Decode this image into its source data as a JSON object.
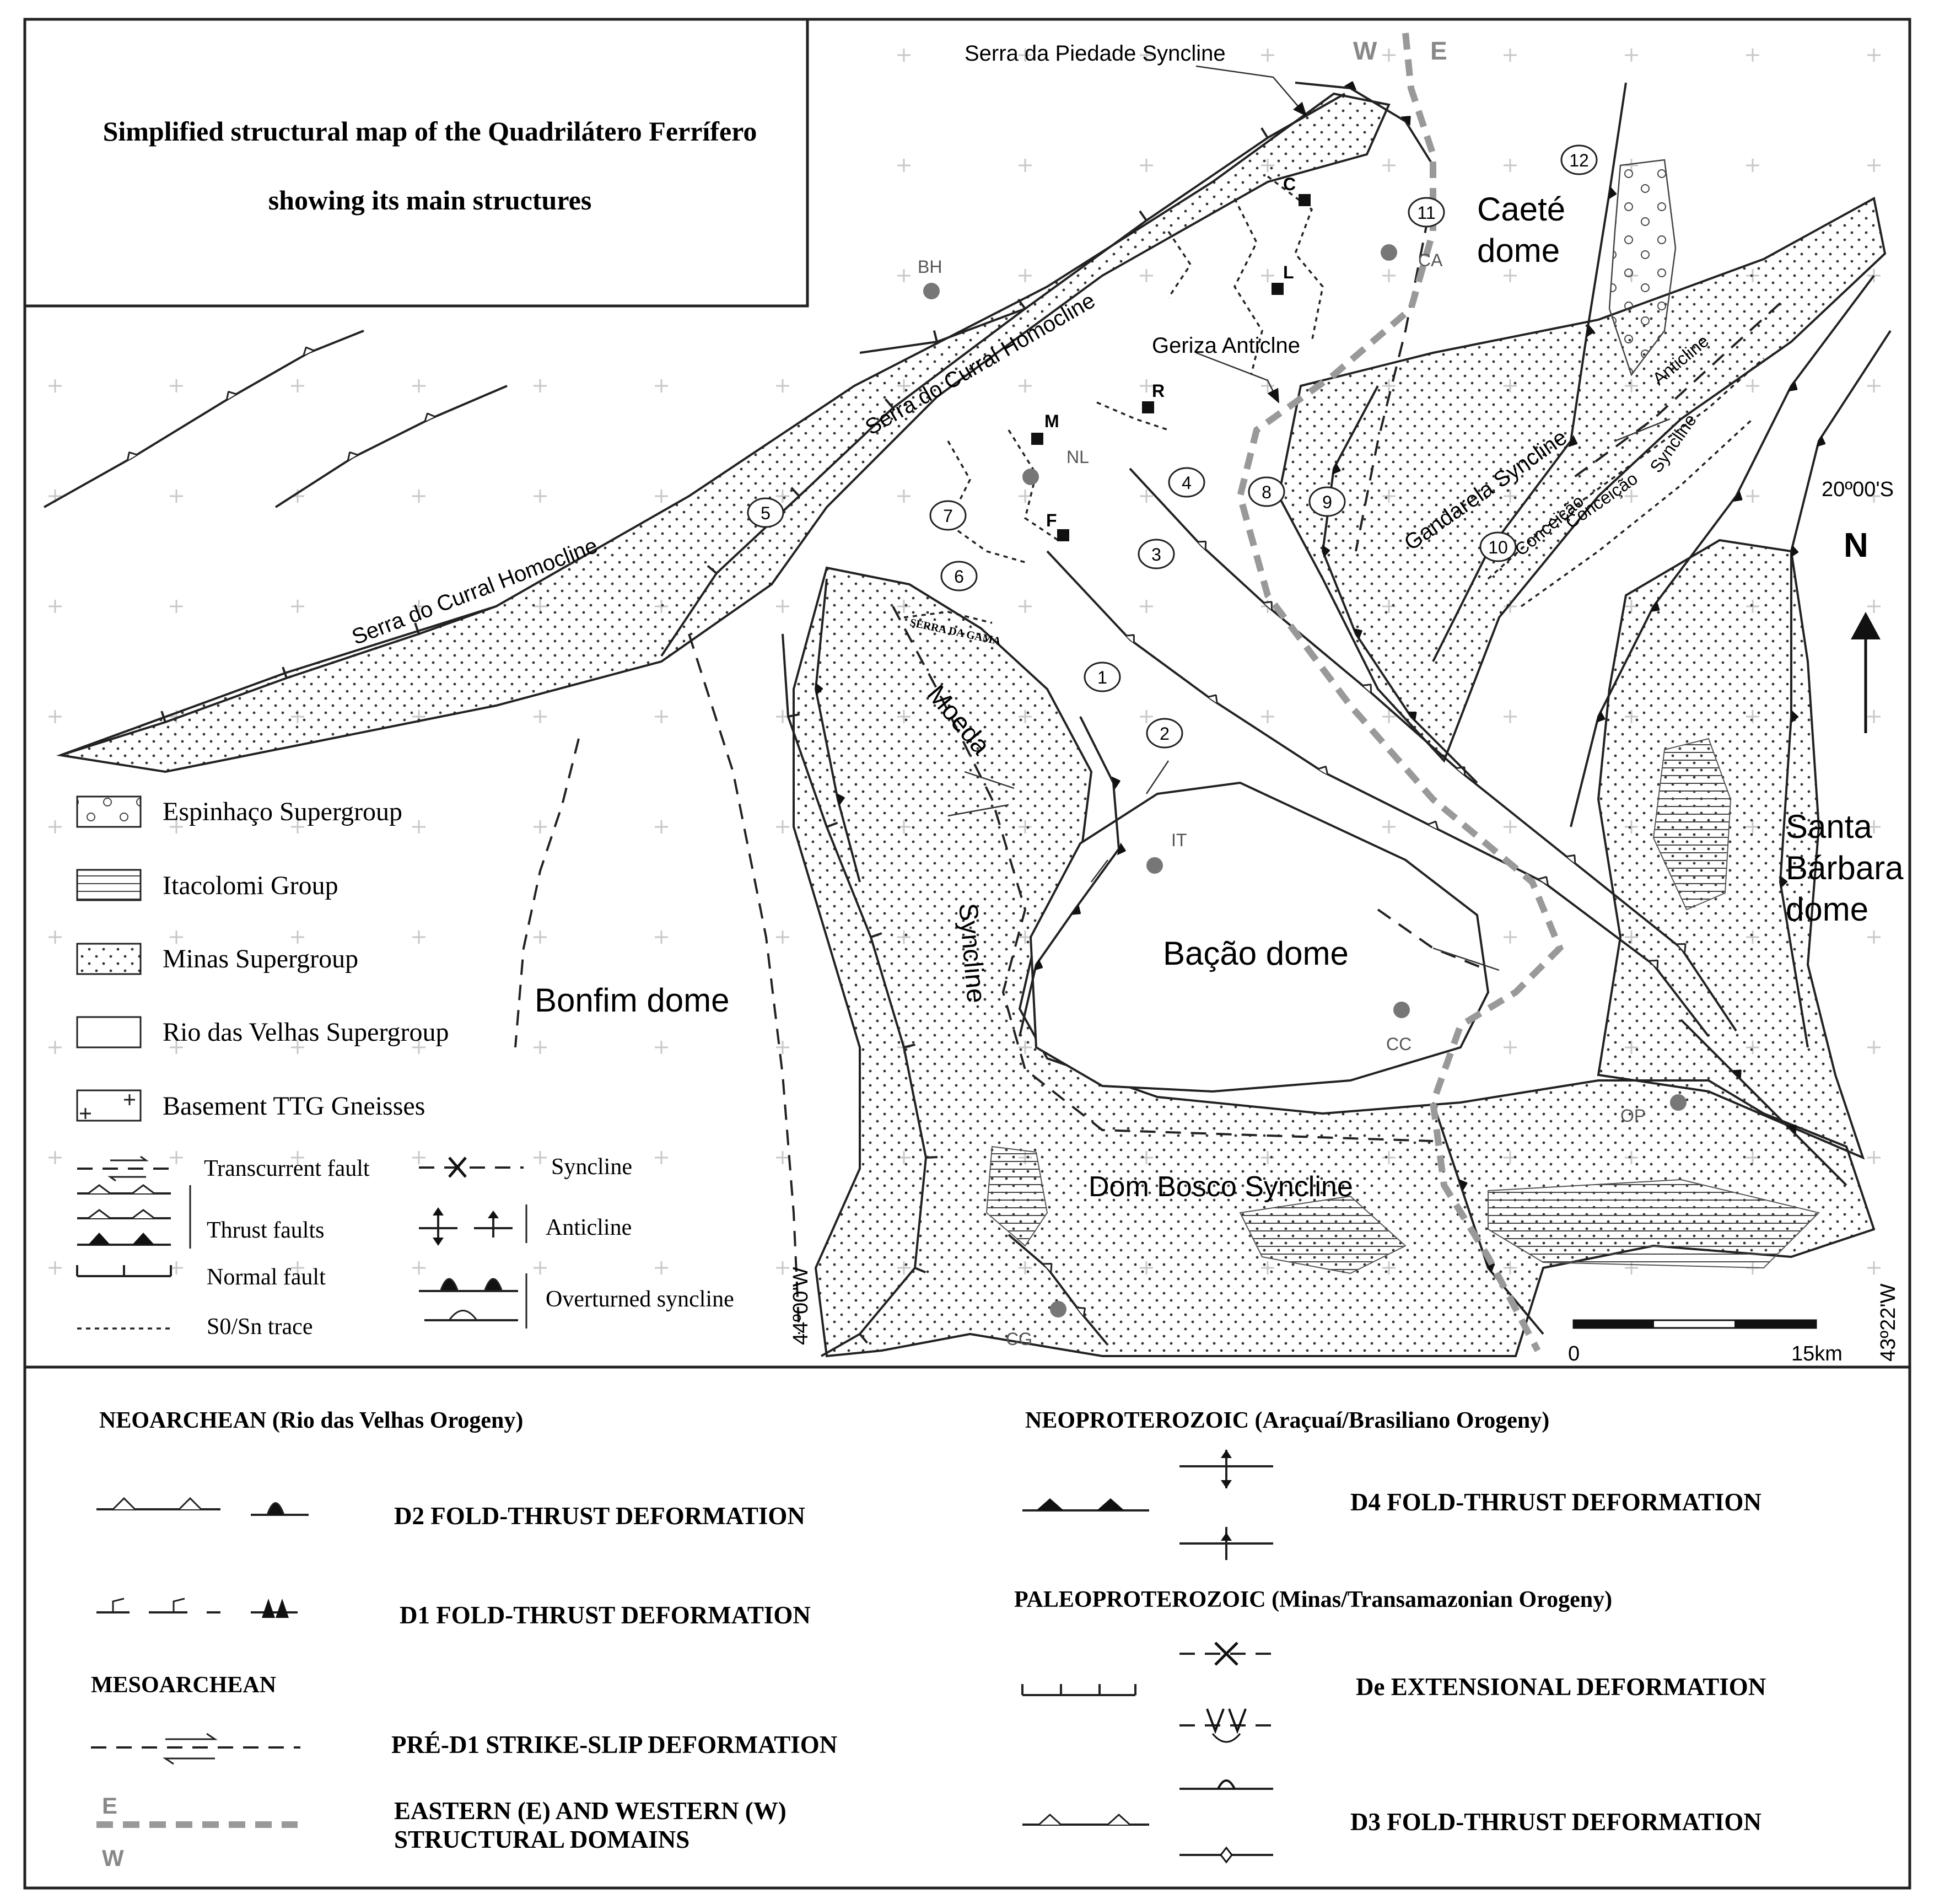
{
  "title": {
    "line1": "Simplified structural map of the Quadrilátero Ferrífero",
    "line2": "showing its main structures"
  },
  "structures": {
    "serra_da_piedade": "Serra da Piedade Syncline",
    "serra_do_curral_1": "Serra do Curral Homocline",
    "serra_do_curral_2": "Serra do Curral Homocline",
    "geriza": "Geriza Anticlne",
    "gandarela": "Gandarela Syncline",
    "conceicao_1": "Conceição",
    "conceicao_2": "Conceição",
    "anticline_small": "Anticline",
    "syncline_small": "Syncline",
    "moeda_1": "Moeda",
    "moeda_2": "Syncline",
    "dom_bosco": "Dom Bosco Syncline",
    "serra_da_gama": "SERRA DA GAMA"
  },
  "domes": {
    "caete_1": "Caeté",
    "caete_2": "dome",
    "santa_barbara_1": "Santa",
    "santa_barbara_2": "Bárbara",
    "santa_barbara_3": "dome",
    "bacao": "Bação dome",
    "bonfim": "Bonfim dome"
  },
  "places": {
    "bh": "BH",
    "ca": "CA",
    "nl": "NL",
    "it": "IT",
    "cc": "CC",
    "op": "OP",
    "cg": "CG"
  },
  "mines": {
    "c": "C",
    "l": "L",
    "r": "R",
    "m": "M",
    "f": "F"
  },
  "numbers": [
    "1",
    "2",
    "3",
    "4",
    "5",
    "6",
    "7",
    "8",
    "9",
    "10",
    "11",
    "12"
  ],
  "coordinates": {
    "lat": "20º00'S",
    "lon_west": "44º00'W",
    "lon_east": "43º22'W"
  },
  "north": "N",
  "domain_labels": {
    "w": "W",
    "e": "E"
  },
  "scale": {
    "start": "0",
    "end": "15km"
  },
  "legend_lithology": [
    {
      "label": "Espinhaço Supergroup",
      "pattern": "circles"
    },
    {
      "label": "Itacolomi Group",
      "pattern": "horizontal-lines"
    },
    {
      "label": "Minas Supergroup",
      "pattern": "dots"
    },
    {
      "label": "Rio das Velhas Supergroup",
      "pattern": "blank"
    },
    {
      "label": "Basement TTG Gneisses",
      "pattern": "crosses"
    }
  ],
  "legend_symbols": {
    "transcurrent": "Transcurrent fault",
    "thrust": "Thrust faults",
    "normal": "Normal fault",
    "trace": "S0/Sn trace",
    "syncline": "Syncline",
    "anticline": "Anticline",
    "overturned": "Overturned syncline"
  },
  "deformation": {
    "neoarchean": "NEOARCHEAN (Rio das Velhas Orogeny)",
    "d2": "D2 FOLD-THRUST DEFORMATION",
    "d1": "D1 FOLD-THRUST DEFORMATION",
    "mesoarchean": "MESOARCHEAN",
    "pre_d1": "PRÉ-D1 STRIKE-SLIP DEFORMATION",
    "domains_1": "EASTERN (E) AND WESTERN (W)",
    "domains_2": "STRUCTURAL DOMAINS",
    "neoproterozoic": "NEOPROTEROZOIC (Araçuaí/Brasiliano Orogeny)",
    "d4": "D4 FOLD-THRUST DEFORMATION",
    "paleoproterozoic": "PALEOPROTEROZOIC (Minas/Transamazonian Orogeny)",
    "de": "De EXTENSIONAL DEFORMATION",
    "d3": "D3 FOLD-THRUST DEFORMATION",
    "key_e": "E",
    "key_w": "W"
  }
}
